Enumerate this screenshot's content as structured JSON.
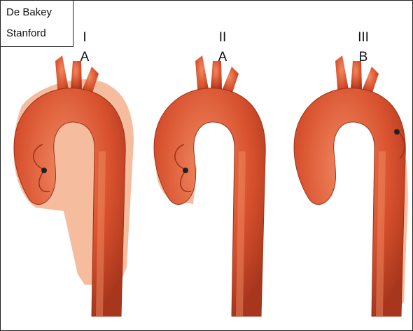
{
  "legend": {
    "debakey_label": "De Bakey",
    "stanford_label": "Stanford"
  },
  "panels": [
    {
      "debakey": "I",
      "stanford": "A"
    },
    {
      "debakey": "II",
      "stanford": "A"
    },
    {
      "debakey": "III",
      "stanford": "B"
    }
  ],
  "colors": {
    "aorta": "#d8512e",
    "aorta_dark": "#a8361c",
    "aorta_light": "#f08a62",
    "dissection": "#f2a57e",
    "frame": "#222222"
  }
}
